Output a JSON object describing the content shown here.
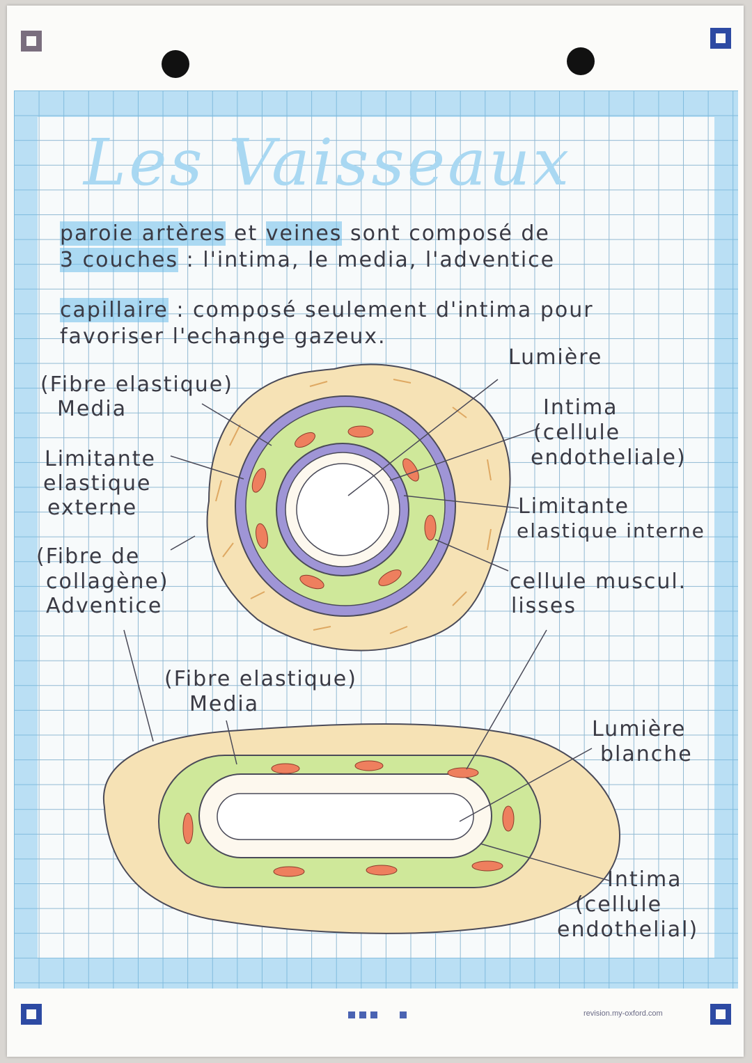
{
  "title": "Les Vaisseaux",
  "intro": {
    "line1_hl1": "paroie artères",
    "line1_mid": " et ",
    "line1_hl2": "veines",
    "line1_end": " sont composé de",
    "line2_hl": "3 couches",
    "line2_end": " : l'intima, le media, l'adventice"
  },
  "capillary": {
    "hl": "capillaire",
    "line1_end": " : composé seulement d'intima pour",
    "line2": "favoriser l'echange gazeux."
  },
  "artery_labels": {
    "lumiere": "Lumière",
    "fibre_elastique": "(Fibre elastique)",
    "media": "Media",
    "intima": "Intima",
    "cellule_endotheliale_1": "(cellule",
    "cellule_endotheliale_2": "endotheliale)",
    "limitante_ext_1": "Limitante",
    "limitante_ext_2": "elastique",
    "limitante_ext_3": "externe",
    "limitante_int_1": "Limitante",
    "limitante_int_2": "elastique interne",
    "fibre_collagene_1": "(Fibre de",
    "fibre_collagene_2": "collagène)",
    "adventice": "Adventice",
    "cellule_muscul_1": "cellule muscul.",
    "cellule_muscul_2": "lisses"
  },
  "vein_labels": {
    "fibre_elastique": "(Fibre elastique)",
    "media": "Media",
    "lumiere_blanche_1": "Lumière",
    "lumiere_blanche_2": "blanche",
    "intima": "Intima",
    "cellule_endothelial_1": "(cellule",
    "cellule_endothelial_2": "endothelial)"
  },
  "footer": {
    "url": "revision.my-oxford.com"
  },
  "colors": {
    "grid_line": "#8fb8d2",
    "highlight": "#6ebeeb",
    "adventitia": "#f6e2b5",
    "media_green": "#cfe89a",
    "elastic_purple": "#9f95d6",
    "muscle_cell": "#ee7f5e"
  }
}
